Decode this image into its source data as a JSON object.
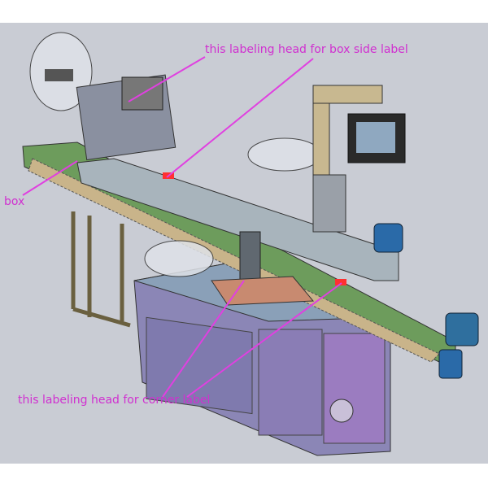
{
  "annotations": {
    "side_label_head": "this labeling head for box side label",
    "box": "box",
    "corner_label_head": "this labeling head for corner label"
  },
  "colors": {
    "background": "#c9ccd4",
    "annotation": "#e040e0",
    "conveyor": "#6a9a5a",
    "cabinet": "#8a82b8",
    "motor": "#2a6aa8"
  }
}
